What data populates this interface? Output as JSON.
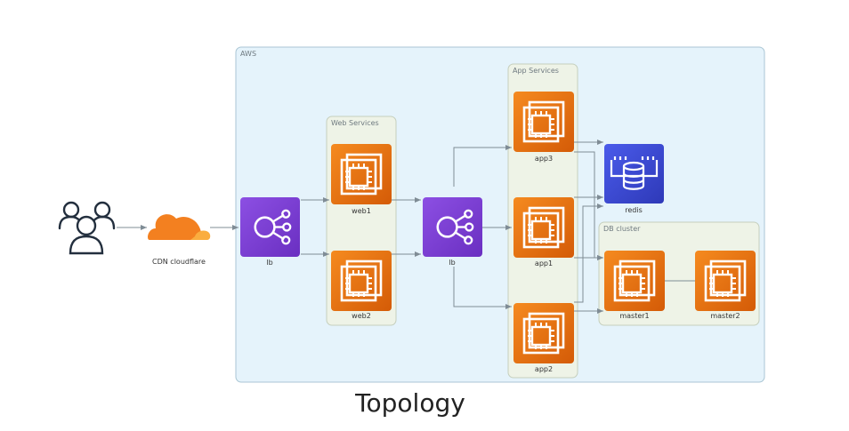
{
  "diagram": {
    "title": "Topology",
    "clusters": {
      "aws": "AWS",
      "web": "Web Services",
      "app": "App Services",
      "db": "DB cluster"
    },
    "nodes": {
      "users": "",
      "cdn": "CDN cloudflare",
      "lb1": "lb",
      "web1": "web1",
      "web2": "web2",
      "lb2": "lb",
      "app3": "app3",
      "app1": "app1",
      "app2": "app2",
      "redis": "redis",
      "master1": "master1",
      "master2": "master2"
    },
    "colors": {
      "aws_fill": "#e5f3fb",
      "aws_border": "#aac6d4",
      "group_fill": "#eef3e7",
      "group_border": "#c5cfbd",
      "ec2": "#e8720c",
      "lb": "#7b3fd0",
      "redis": "#3b48cc",
      "cdn": "#f38020",
      "edge": "#7f8c95",
      "users": "#232f3e"
    },
    "icons": {
      "users": "users-icon",
      "cdn": "cloud-icon",
      "lb": "load-balancer-icon",
      "ec2": "ec2-instance-icon",
      "redis": "database-icon"
    }
  }
}
